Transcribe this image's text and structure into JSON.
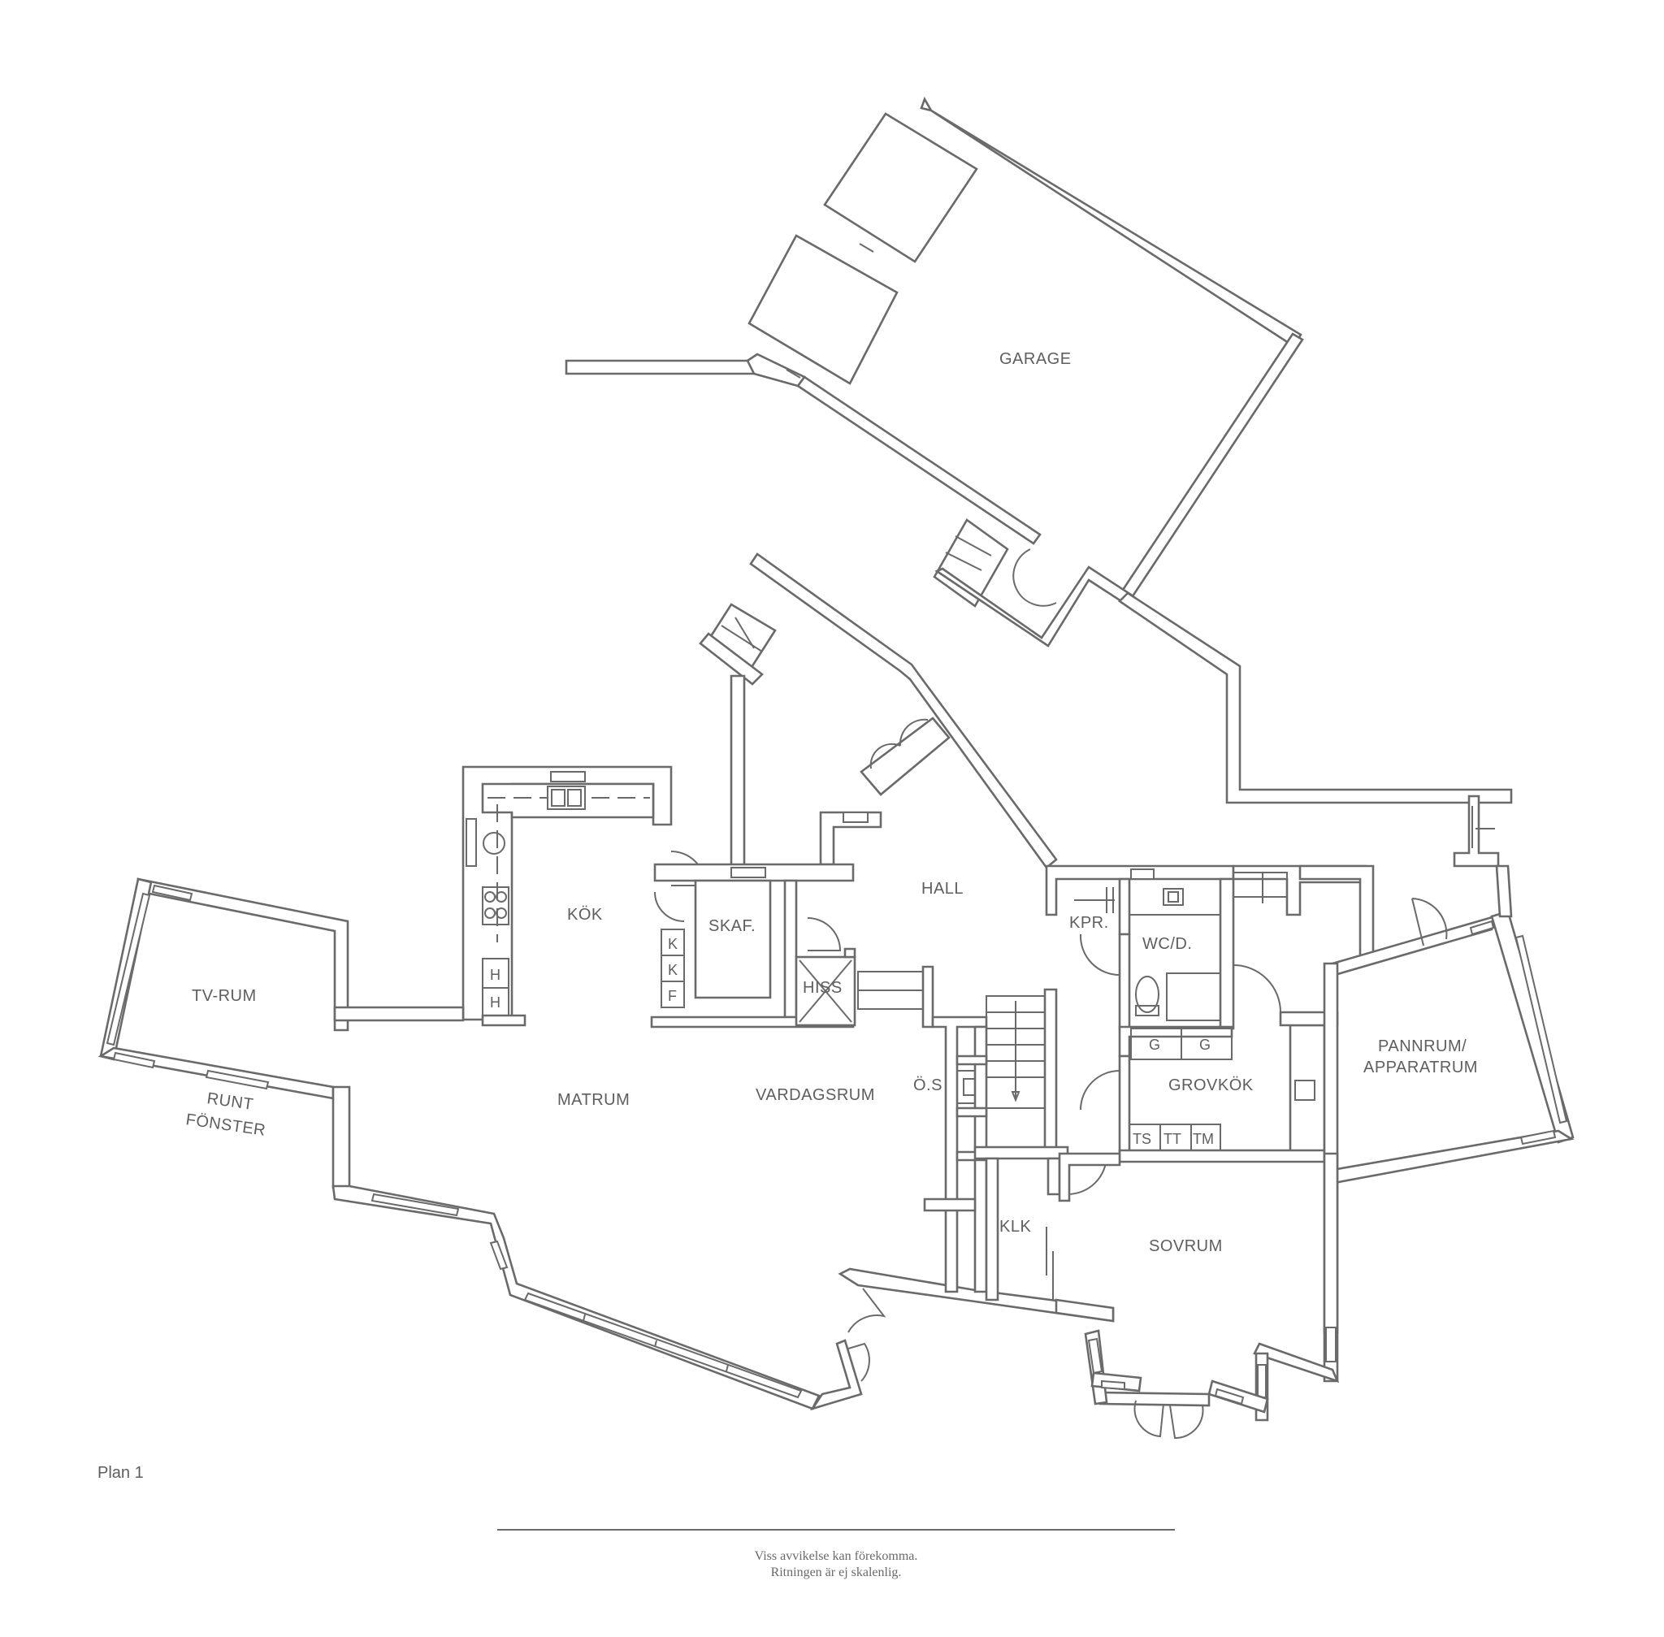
{
  "rooms": {
    "garage": "GARAGE",
    "hall": "HALL",
    "kok": "KÖK",
    "skaf": "SKAF.",
    "tv_rum": "TV-RUM",
    "runt_line1": "RUNT",
    "runt_line2": "FÖNSTER",
    "hiss": "HISS",
    "kpr": "KPR.",
    "wcd": "WC/D.",
    "grovkok": "GROVKÖK",
    "pannrum_line1": "PANNRUM/",
    "pannrum_line2": "APPARATRUM",
    "matrum": "MATRUM",
    "vardagsrum": "VARDAGSRUM",
    "os": "Ö.S",
    "klk": "KLK",
    "sovrum": "SOVRUM"
  },
  "appliances": {
    "kok_h1": "H",
    "kok_h2": "H",
    "skaf_k1": "K",
    "skaf_k2": "K",
    "skaf_f": "F",
    "grov_g1": "G",
    "grov_g2": "G",
    "grov_ts": "TS",
    "grov_tt": "TT",
    "grov_tm": "TM"
  },
  "plan_title": "Plan 1",
  "disclaimer": {
    "line1": "Viss avvikelse kan förekomma.",
    "line2": "Ritningen är ej skalenlig."
  }
}
